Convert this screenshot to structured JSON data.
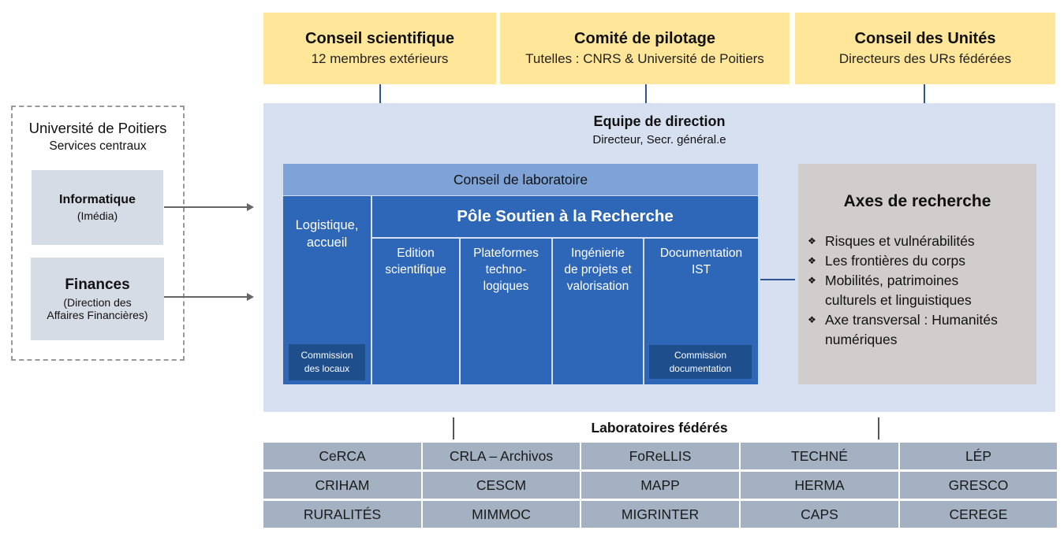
{
  "top_boxes": [
    {
      "title": "Conseil scientifique",
      "subtitle": "12 membres extérieurs"
    },
    {
      "title": "Comité de pilotage",
      "subtitle": "Tutelles : CNRS & Université de Poitiers"
    },
    {
      "title": "Conseil des Unités",
      "subtitle": "Directeurs des URs fédérées"
    }
  ],
  "left": {
    "title": "Université de Poitiers",
    "subtitle": "Services centraux",
    "informatique": {
      "title": "Informatique",
      "subtitle": "(Imédia)"
    },
    "finances": {
      "title": "Finances",
      "subtitle1": "(Direction des",
      "subtitle2": "Affaires Financières)"
    }
  },
  "direction": {
    "title": "Equipe de direction",
    "subtitle": "Directeur, Secr. général.e"
  },
  "conseil_labo": "Conseil de laboratoire",
  "logistique": {
    "line1": "Logistique,",
    "line2": "accueil",
    "commission1": "Commission",
    "commission2": "des locaux"
  },
  "pole": {
    "title": "Pôle Soutien à la Recherche",
    "columns": [
      [
        "Edition",
        "scientifique"
      ],
      [
        "Plateformes",
        "techno-",
        "logiques"
      ],
      [
        "Ingénierie",
        "de projets et",
        "valorisation"
      ],
      [
        "Documentation",
        "IST"
      ]
    ],
    "commission1": "Commission",
    "commission2": "documentation"
  },
  "axes": {
    "title": "Axes de recherche",
    "items": [
      [
        "Risques et vulnérabilités"
      ],
      [
        "Les frontières du corps"
      ],
      [
        "Mobilités, patrimoines",
        "culturels et linguistiques"
      ],
      [
        "Axe transversal : Humanités",
        "numériques"
      ]
    ]
  },
  "labs": {
    "title": "Laboratoires fédérés",
    "items": [
      "CeRCA",
      "CRLA – Archivos",
      "FoReLLIS",
      "TECHNÉ",
      "LÉP",
      "CRIHAM",
      "CESCM",
      "MAPP",
      "HERMA",
      "GRESCO",
      "RURALITÉS",
      "MIMMOC",
      "MIGRINTER",
      "CAPS",
      "CEREGE"
    ]
  }
}
